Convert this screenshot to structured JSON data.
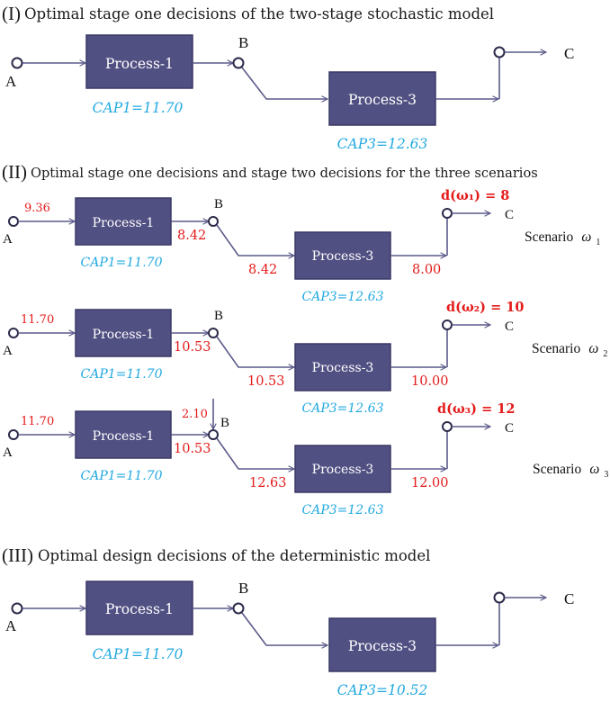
{
  "sections": [
    {
      "id": "I",
      "numeral": "(I)",
      "title": "Optimal stage one decisions of the two-stage stochastic model",
      "process1": {
        "label": "Process-1",
        "cap": "CAP1=11.70"
      },
      "process3": {
        "label": "Process-3",
        "cap": "CAP3=12.63"
      },
      "nodes": {
        "a": "A",
        "b": "B",
        "c": "C"
      }
    },
    {
      "id": "II",
      "numeral": "(II)",
      "title": "Optimal stage one decisions and stage two decisions for the three scenarios",
      "scenarios": [
        {
          "process1": {
            "label": "Process-1",
            "cap": "CAP1=11.70"
          },
          "process3": {
            "label": "Process-3",
            "cap": "CAP3=12.63"
          },
          "nodes": {
            "a": "A",
            "b": "B",
            "c": "C"
          },
          "flows": {
            "a_in": "9.36",
            "p1_out": "8.42",
            "p3_in": "8.42",
            "p3_out": "8.00"
          },
          "demand": "d(ω₁) = 8",
          "scenario_label": "Scenario",
          "scenario_symbol": "ω",
          "scenario_sub": "1"
        },
        {
          "process1": {
            "label": "Process-1",
            "cap": "CAP1=11.70"
          },
          "process3": {
            "label": "Process-3",
            "cap": "CAP3=12.63"
          },
          "nodes": {
            "a": "A",
            "b": "B",
            "c": "C"
          },
          "flows": {
            "a_in": "11.70",
            "p1_out": "10.53",
            "p3_in": "10.53",
            "p3_out": "10.00"
          },
          "demand": "d(ω₂) = 10",
          "scenario_label": "Scenario",
          "scenario_symbol": "ω",
          "scenario_sub": "2"
        },
        {
          "process1": {
            "label": "Process-1",
            "cap": "CAP1=11.70"
          },
          "process3": {
            "label": "Process-3",
            "cap": "CAP3=12.63"
          },
          "nodes": {
            "a": "A",
            "b": "B",
            "c": "C"
          },
          "flows": {
            "a_in": "11.70",
            "p1_out": "10.53",
            "b_extra": "2.10",
            "p3_in": "12.63",
            "p3_out": "12.00"
          },
          "demand": "d(ω₃) = 12",
          "scenario_label": "Scenario",
          "scenario_symbol": "ω",
          "scenario_sub": "3"
        }
      ]
    },
    {
      "id": "III",
      "numeral": "(III)",
      "title": "Optimal design decisions of the deterministic model",
      "process1": {
        "label": "Process-1",
        "cap": "CAP1=11.70"
      },
      "process3": {
        "label": "Process-3",
        "cap": "CAP3=10.52"
      },
      "nodes": {
        "a": "A",
        "b": "B",
        "c": "C"
      }
    }
  ],
  "colors": {
    "box_fill": "#515083",
    "capacity_text": "#22a9e0",
    "flow_text": "#e41b1b",
    "line": "#5a5a8a"
  }
}
